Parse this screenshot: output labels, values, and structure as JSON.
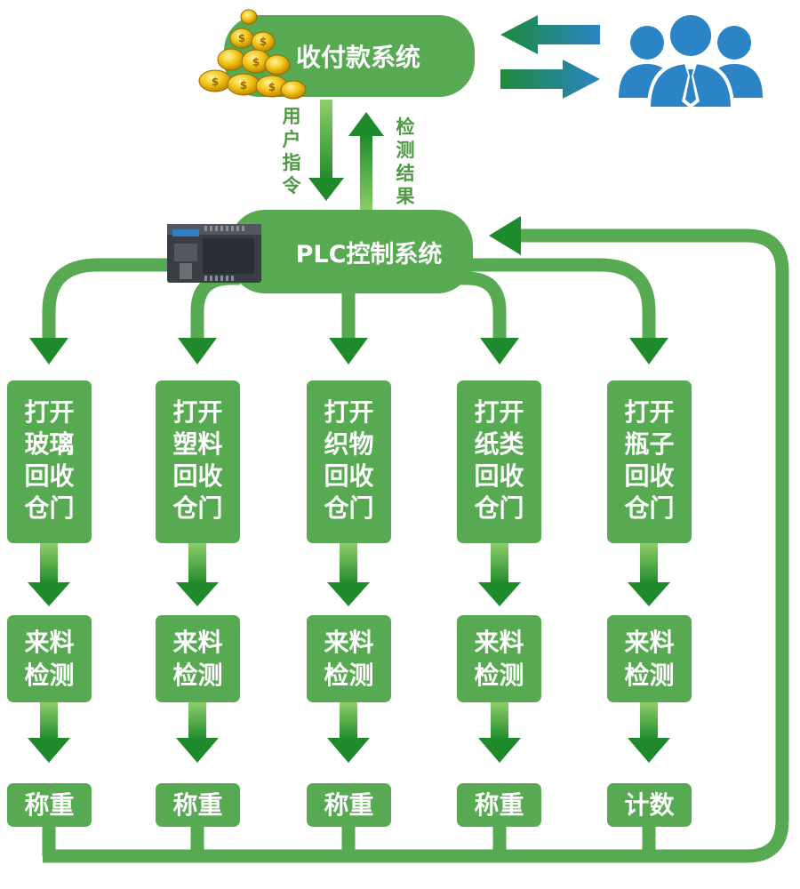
{
  "payment_system": {
    "title": "收付款系统"
  },
  "plc_system": {
    "title": "PLC控制系统"
  },
  "edge_labels": {
    "user_command": "用户指令",
    "detection_result": "检测结果"
  },
  "bins": [
    {
      "open": [
        "打开",
        "玻璃",
        "回收",
        "仓门"
      ],
      "detect": [
        "来料",
        "检测"
      ],
      "measure": "称重"
    },
    {
      "open": [
        "打开",
        "塑料",
        "回收",
        "仓门"
      ],
      "detect": [
        "来料",
        "检测"
      ],
      "measure": "称重"
    },
    {
      "open": [
        "打开",
        "织物",
        "回收",
        "仓门"
      ],
      "detect": [
        "来料",
        "检测"
      ],
      "measure": "称重"
    },
    {
      "open": [
        "打开",
        "纸类",
        "回收",
        "仓门"
      ],
      "detect": [
        "来料",
        "检测"
      ],
      "measure": "称重"
    },
    {
      "open": [
        "打开",
        "瓶子",
        "回收",
        "仓门"
      ],
      "detect": [
        "来料",
        "检测"
      ],
      "measure": "计数"
    }
  ],
  "icons": {
    "coins": "coins-icon",
    "users": "users-icon",
    "plc": "plc-device-icon"
  },
  "colors": {
    "green": "#58aa52",
    "dark_green": "#1e8a2a",
    "blue": "#2a84c6"
  }
}
